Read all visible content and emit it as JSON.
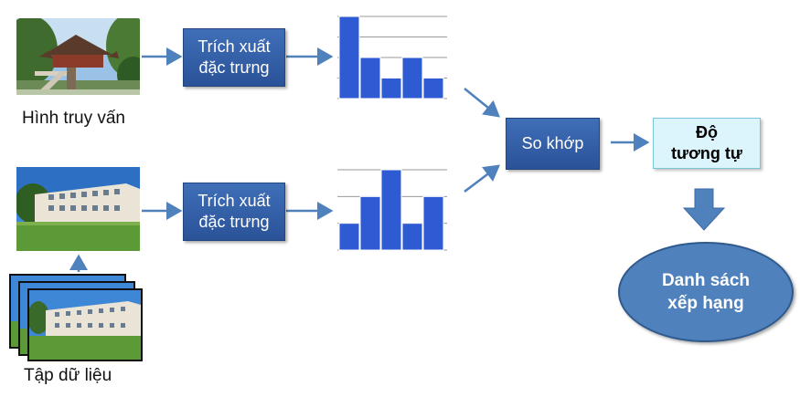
{
  "query_label": "Hình  truy vấn",
  "dataset_label": "Tập dữ liệu",
  "extract_top": {
    "line1": "Trích xuất",
    "line2": "đặc trưng"
  },
  "extract_bottom": {
    "line1": "Trích xuất",
    "line2": "đặc trưng"
  },
  "match_label": "So khớp",
  "similarity": {
    "line1": "Độ",
    "line2": "tương tự"
  },
  "ranked_list": {
    "line1": "Danh sách",
    "line2": "xếp hạng"
  },
  "histogram_top": [
    4,
    2,
    1,
    2,
    1
  ],
  "histogram_bottom": [
    1,
    2,
    3,
    1,
    2
  ],
  "colors": {
    "box_blue": "#2f5ea8",
    "arrow_blue": "#4f81bd",
    "bar_blue": "#2e5bd3",
    "similarity_bg": "#dcf4fb",
    "ellipse_blue": "#4f81bd"
  }
}
